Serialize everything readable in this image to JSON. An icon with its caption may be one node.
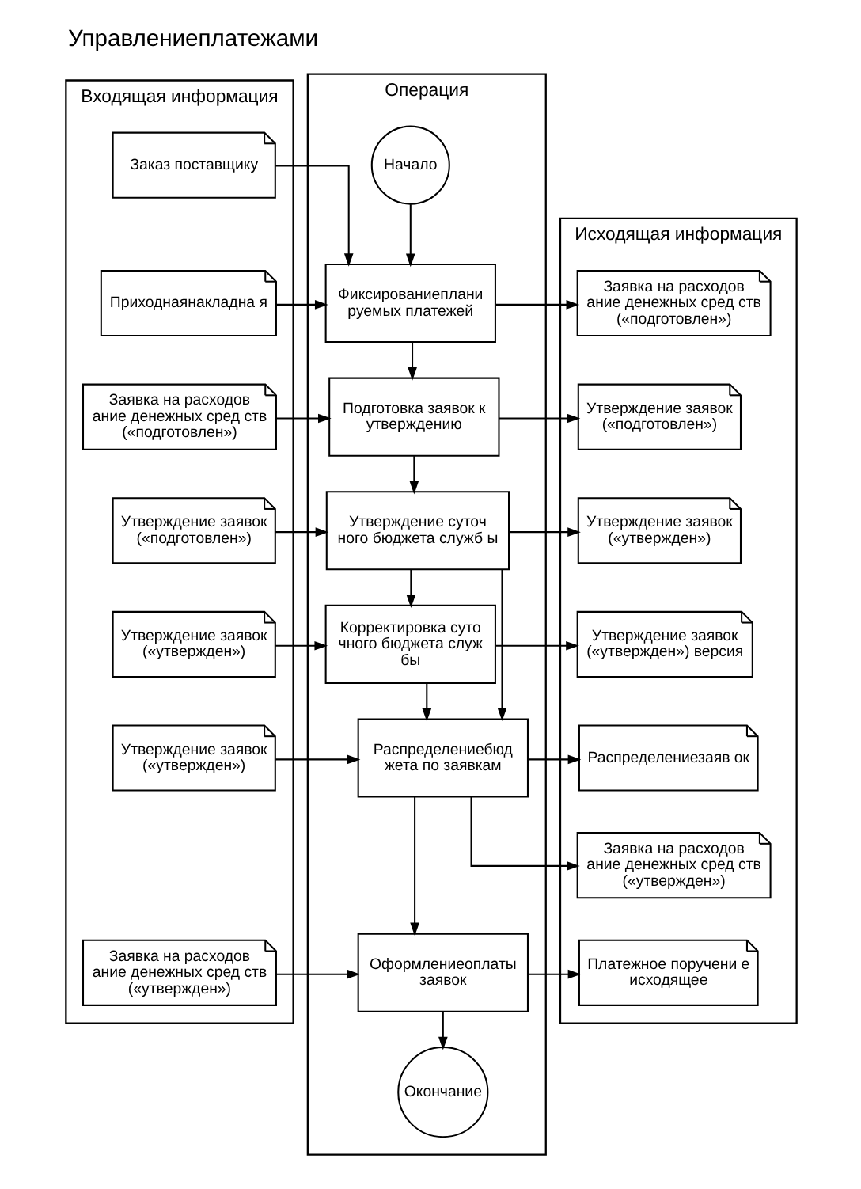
{
  "diagram": {
    "title": "Управлениеплатежами",
    "nodes": [
      {
        "text": [
          "Входящая информация"
        ]
      },
      {
        "text": [
          "Операция"
        ]
      },
      {
        "text": [
          "Исходящая информация"
        ]
      },
      {
        "text": [
          "Начало"
        ],
        "in": 1
      },
      {
        "text": [
          "Заказ поставщику"
        ],
        "in": 0
      },
      {
        "text": [
          "Приходнаянакладна я"
        ],
        "in": 0
      },
      {
        "text": [
          "Фиксированиеплани руемых платежей"
        ],
        "in": 1
      },
      {
        "text": [
          "Заявка на расходов ание денежных сред ств («подготовлен»)"
        ],
        "in": 2
      },
      {
        "text": [
          "Заявка на расходов ание денежных сред ств («подготовлен»)"
        ],
        "in": 0
      },
      {
        "text": [
          "Подготовка заявок к утверждению"
        ],
        "in": 1
      },
      {
        "text": [
          "Утверждение заявок («подготовлен»)"
        ],
        "in": 2
      },
      {
        "text": [
          "Утверждение заявок («подготовлен»)"
        ],
        "in": 0
      },
      {
        "text": [
          "Утверждение суточ ного бюджета служб ы"
        ],
        "in": 1
      },
      {
        "text": [
          "Утверждение заявок («утвержден»)"
        ],
        "in": 2
      },
      {
        "text": [
          "Утверждение заявок («утвержден»)"
        ],
        "in": 0
      },
      {
        "text": [
          "Корректировка суто чного бюджета служ бы"
        ],
        "in": 1
      },
      {
        "text": [
          "Утверждение заявок («утвержден») версия"
        ],
        "in": 2
      },
      {
        "text": [
          "Утверждение заявок («утвержден»)"
        ],
        "in": 0
      },
      {
        "text": [
          "Распределениебюд жета по заявкам"
        ],
        "in": 1
      },
      {
        "text": [
          "Распределениезаяв ок"
        ],
        "in": 2
      },
      {
        "text": [
          "Заявка на расходов ание денежных сред ств («утвержден»)"
        ],
        "in": 2
      },
      {
        "text": [
          "Заявка на расходов ание денежных сред ств («утвержден»)"
        ],
        "in": 0
      },
      {
        "text": [
          "Оформлениеоплаты заявок"
        ],
        "in": 1
      },
      {
        "text": [
          "Платежное поручени е исходящее"
        ],
        "in": 2
      },
      {
        "text": [
          "Окончание"
        ],
        "in": 1
      }
    ],
    "edges": [
      {
        "from": 3,
        "to": 6,
        "arrow": "to"
      },
      {
        "from": 4,
        "to": 6,
        "arrow": "to"
      },
      {
        "from": 5,
        "to": 6,
        "arrow": "to"
      },
      {
        "from": 6,
        "to": 7,
        "arrow": "to"
      },
      {
        "from": 6,
        "to": 9,
        "arrow": "to"
      },
      {
        "from": 8,
        "to": 9,
        "arrow": "to"
      },
      {
        "from": 9,
        "to": 10,
        "arrow": "to"
      },
      {
        "from": 9,
        "to": 12,
        "arrow": "to"
      },
      {
        "from": 11,
        "to": 12,
        "arrow": "to"
      },
      {
        "from": 12,
        "to": 13,
        "arrow": "to"
      },
      {
        "from": 12,
        "to": 15,
        "arrow": "to"
      },
      {
        "from": 12,
        "to": 18,
        "arrow": "to"
      },
      {
        "from": 14,
        "to": 15,
        "arrow": "to"
      },
      {
        "from": 15,
        "to": 16,
        "arrow": "to"
      },
      {
        "from": 15,
        "to": 18,
        "arrow": "to"
      },
      {
        "from": 17,
        "to": 18,
        "arrow": "to"
      },
      {
        "from": 18,
        "to": 19,
        "arrow": "to"
      },
      {
        "from": 18,
        "to": 20,
        "arrow": "to"
      },
      {
        "from": 18,
        "to": 22,
        "arrow": "to"
      },
      {
        "from": 21,
        "to": 22,
        "arrow": "to"
      },
      {
        "from": 22,
        "to": 23,
        "arrow": "to"
      },
      {
        "from": 22,
        "to": 24,
        "arrow": "to"
      }
    ]
  }
}
